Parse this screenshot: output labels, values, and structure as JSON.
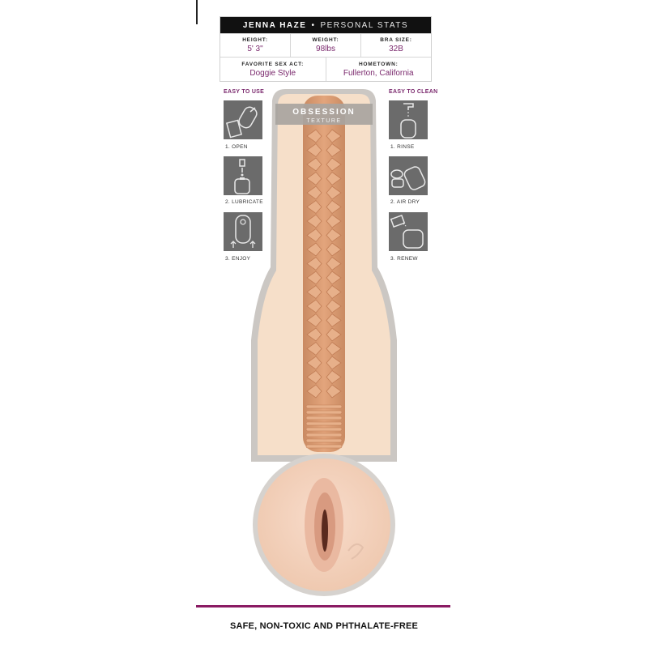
{
  "stats": {
    "name": "JENNA HAZE",
    "separator": "•",
    "subtitle": "PERSONAL STATS",
    "height_label": "HEIGHT:",
    "height_value": "5' 3\"",
    "weight_label": "WEIGHT:",
    "weight_value": "98lbs",
    "bra_label": "BRA SIZE:",
    "bra_value": "32B",
    "act_label": "FAVORITE SEX ACT:",
    "act_value": "Doggie Style",
    "hometown_label": "HOMETOWN:",
    "hometown_value": "Fullerton, California"
  },
  "use": {
    "title": "EASY TO USE",
    "steps": [
      "1. OPEN",
      "2. LUBRICATE",
      "3. ENJOY"
    ],
    "icons": [
      "open-cap-icon",
      "lubricate-bottle-icon",
      "enjoy-sleeve-icon"
    ]
  },
  "clean": {
    "title": "EASY TO CLEAN",
    "steps": [
      "1. RINSE",
      "2. AIR DRY",
      "3. RENEW"
    ],
    "icons": [
      "rinse-faucet-icon",
      "air-dry-parts-icon",
      "renew-powder-icon"
    ]
  },
  "product": {
    "texture_title": "OBSESSION",
    "texture_subtitle": "TEXTURE",
    "colors": {
      "sleeve": "#f6dfc9",
      "case": "#c9c9c9",
      "canal": "#d99b72",
      "nubs": "#e7b08a"
    }
  },
  "footer": {
    "tagline": "SAFE, NON-TOXIC AND PHTHALATE-FREE",
    "accent_color": "#8a1b63"
  }
}
